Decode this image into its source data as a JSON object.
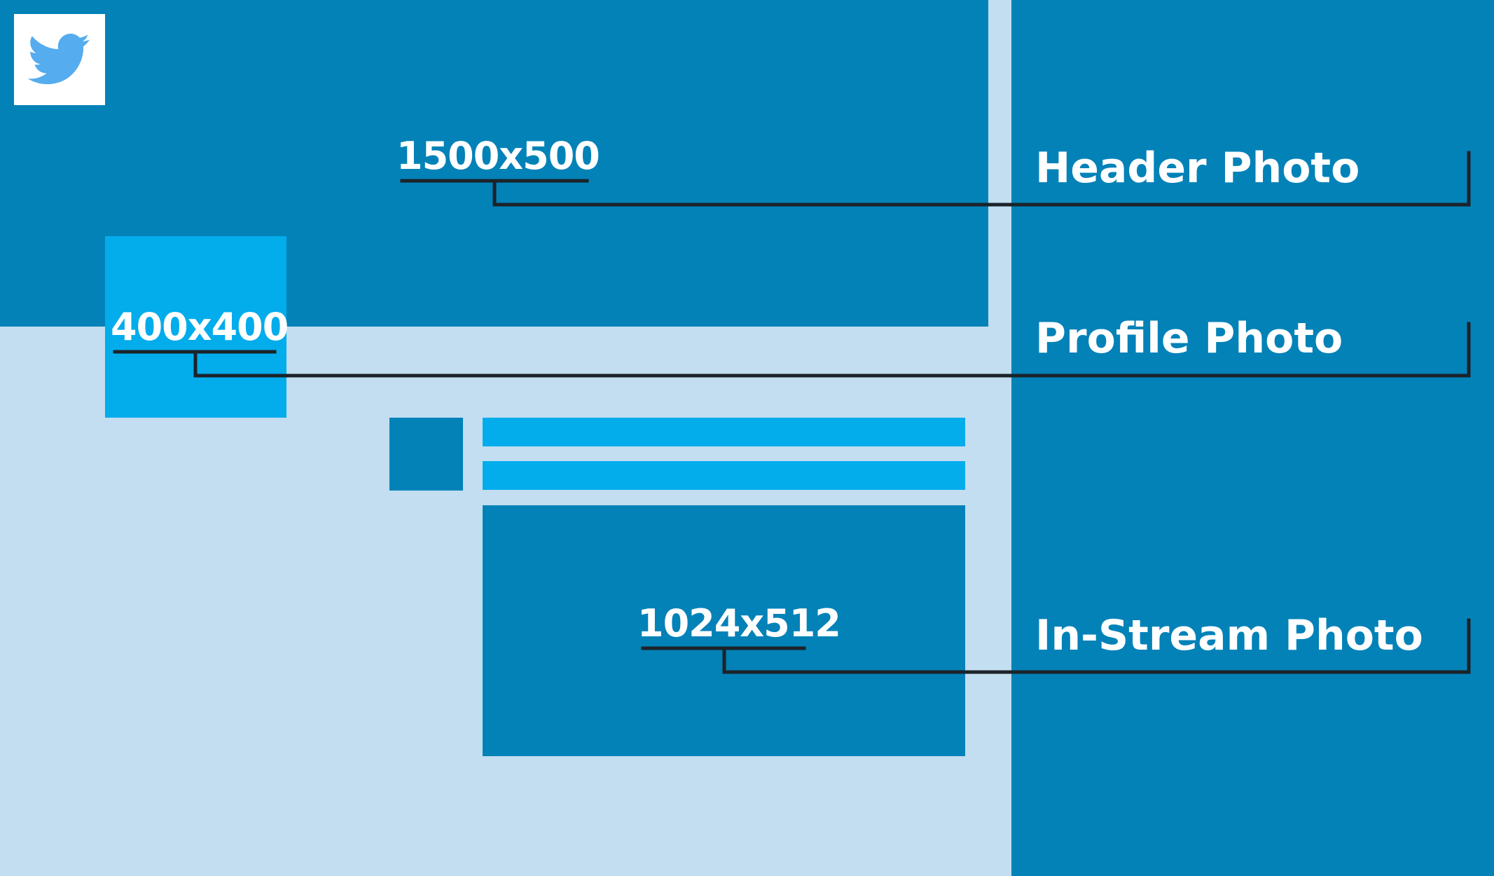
{
  "logo": {
    "icon": "twitter-bird-icon",
    "color": "#55acee"
  },
  "colors": {
    "background": "#c2def0",
    "dark_blue": "#0382b8",
    "bright_blue": "#03aceb",
    "connector": "#1b2329",
    "text": "#ffffff"
  },
  "header": {
    "dimensions": "1500x500",
    "label": "Header Photo"
  },
  "profile": {
    "dimensions": "400x400",
    "label": "Profile Photo"
  },
  "instream": {
    "dimensions": "1024x512",
    "label": "In-Stream Photo"
  }
}
